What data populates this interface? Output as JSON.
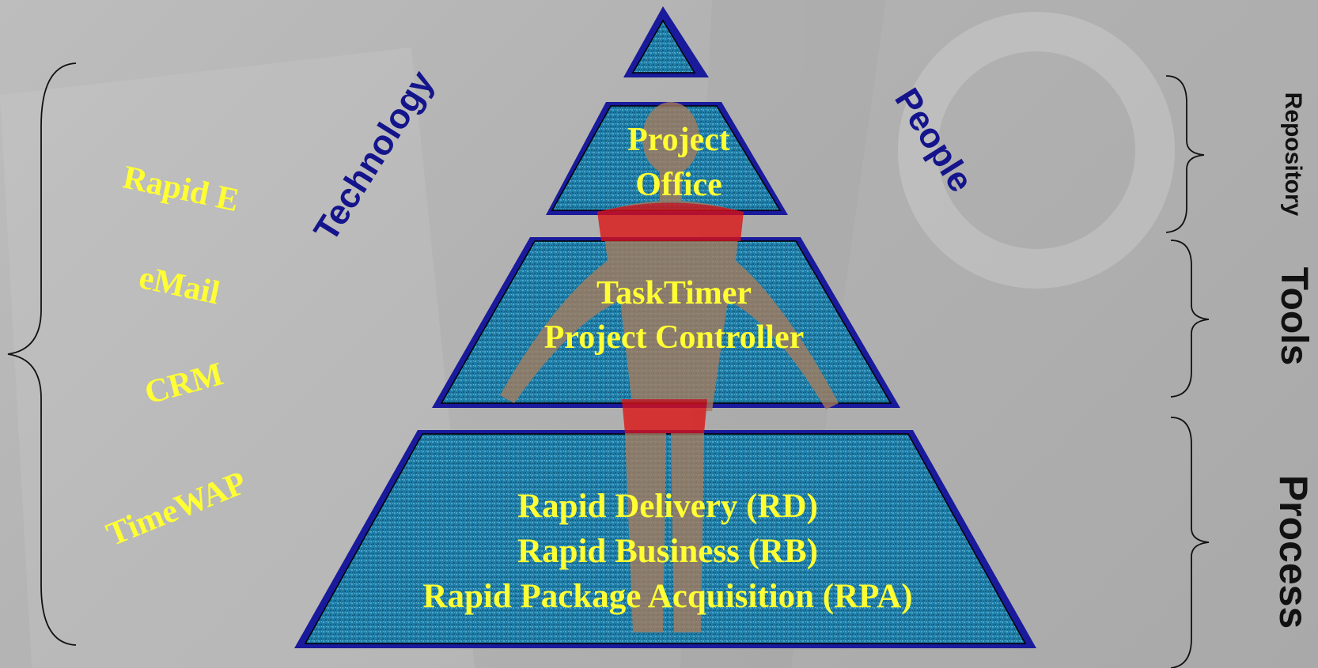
{
  "tiers": {
    "top": {
      "line1": "Project",
      "line2": "Office"
    },
    "middle": {
      "line1": "TaskTimer",
      "line2": "Project Controller"
    },
    "bottom": {
      "line1": "Rapid Delivery (RD)",
      "line2": "Rapid Business (RB)",
      "line3": "Rapid Package Acquisition (RPA)"
    }
  },
  "axis_labels": {
    "left": "Technology",
    "right": "People"
  },
  "technology_items": [
    "Rapid E",
    "eMail",
    "CRM",
    "TimeWAP"
  ],
  "right_labels": [
    "Repository",
    "Tools",
    "Process"
  ],
  "colors": {
    "pyramid_fill": "#1f7ea8",
    "pyramid_border": "#1a1a9c",
    "figure_body": "#a87c5c",
    "figure_clothing": "#dd1111",
    "text_yellow": "#ffff33",
    "axis_text": "#14148c",
    "background": "#b4b4b4"
  }
}
